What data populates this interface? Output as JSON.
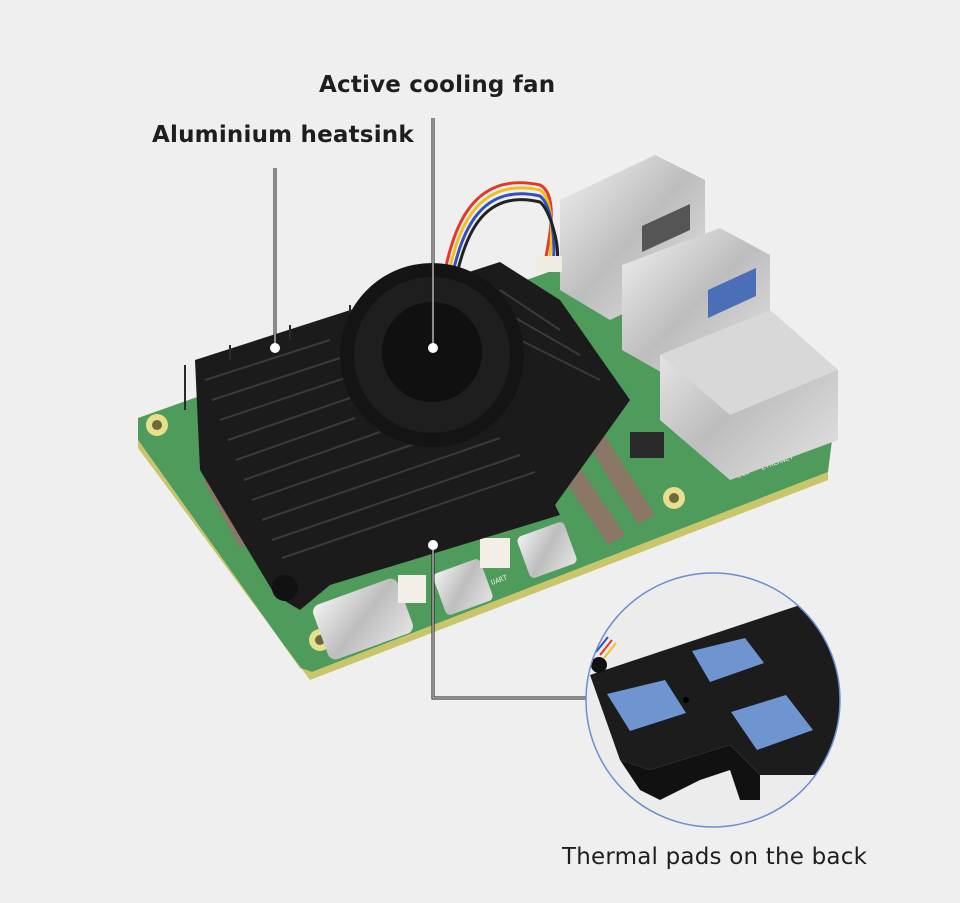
{
  "labels": {
    "fan": "Active cooling fan",
    "heatsink": "Aluminium heatsink",
    "thermal_pads": "Thermal pads on the back"
  },
  "silkscreen": {
    "ethernet": "ETHERNET",
    "uart": "UART",
    "j10": "J10"
  },
  "colors": {
    "background": "#efefef",
    "pcb": "#4e9a5a",
    "heatsink": "#1a1a1a",
    "thermal_pad": "#6f95d1",
    "inset_ring": "#6a8fcf"
  }
}
